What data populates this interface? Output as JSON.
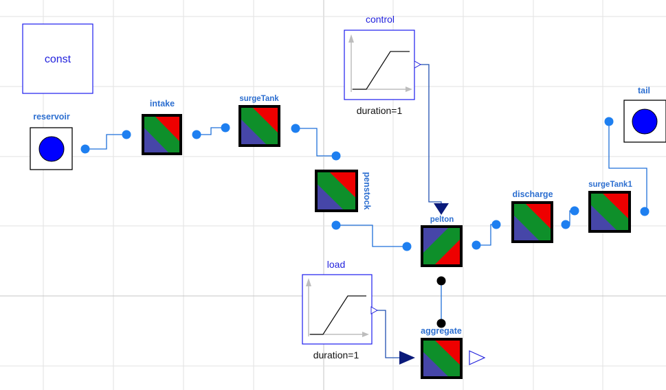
{
  "diagram": {
    "components": {
      "const": "const",
      "reservoir": "reservoir",
      "intake": "intake",
      "surgeTank": "surgeTank",
      "control": "control",
      "control_param": "duration=1",
      "penstock": "penstock",
      "pelton": "pelton",
      "discharge": "discharge",
      "surgeTank1": "surgeTank1",
      "tail": "tail",
      "load": "load",
      "load_param": "duration=1",
      "aggregate": "aggregate"
    }
  },
  "colors": {
    "canvas_bg": "#ffffff",
    "grid": "#e2e2e2",
    "grid_major": "#c4c4c4",
    "label_bold_blue": "#2d6fd0",
    "label_blue": "#2222dd",
    "fluid_port": "#1e7ff0",
    "fluid_line": "#1e6fd9",
    "signal_line": "#1f4fb0",
    "signal_arrow": "#0a1a7a",
    "reservoir_fill": "#0000ff",
    "block_red": "#ee0000",
    "block_green": "#0e8f2a",
    "block_blue": "#4646a8",
    "flange_dot": "#000000"
  }
}
